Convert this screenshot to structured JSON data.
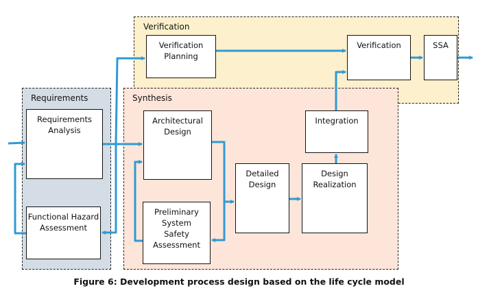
{
  "regions": {
    "verification": {
      "label": "Verification",
      "color": "#fdf0cc"
    },
    "requirements": {
      "label": "Requirements",
      "color": "#d4dde6"
    },
    "synthesis": {
      "label": "Synthesis",
      "color": "#fde5d9"
    }
  },
  "boxes": {
    "verification_planning": "Verification Planning",
    "verification": "Verification",
    "ssa": "SSA",
    "requirements_analysis": "Requirements Analysis",
    "functional_hazard_assessment": "Functional Hazard Assessment",
    "architectural_design": "Architectural Design",
    "preliminary_ssa": "Preliminary System Safety Assessment",
    "detailed_design": "Detailed Design",
    "design_realization": "Design Realization",
    "integration": "Integration"
  },
  "arrow_color": "#2e9ad4",
  "caption": "Figure 6: Development process design based on the life cycle model"
}
